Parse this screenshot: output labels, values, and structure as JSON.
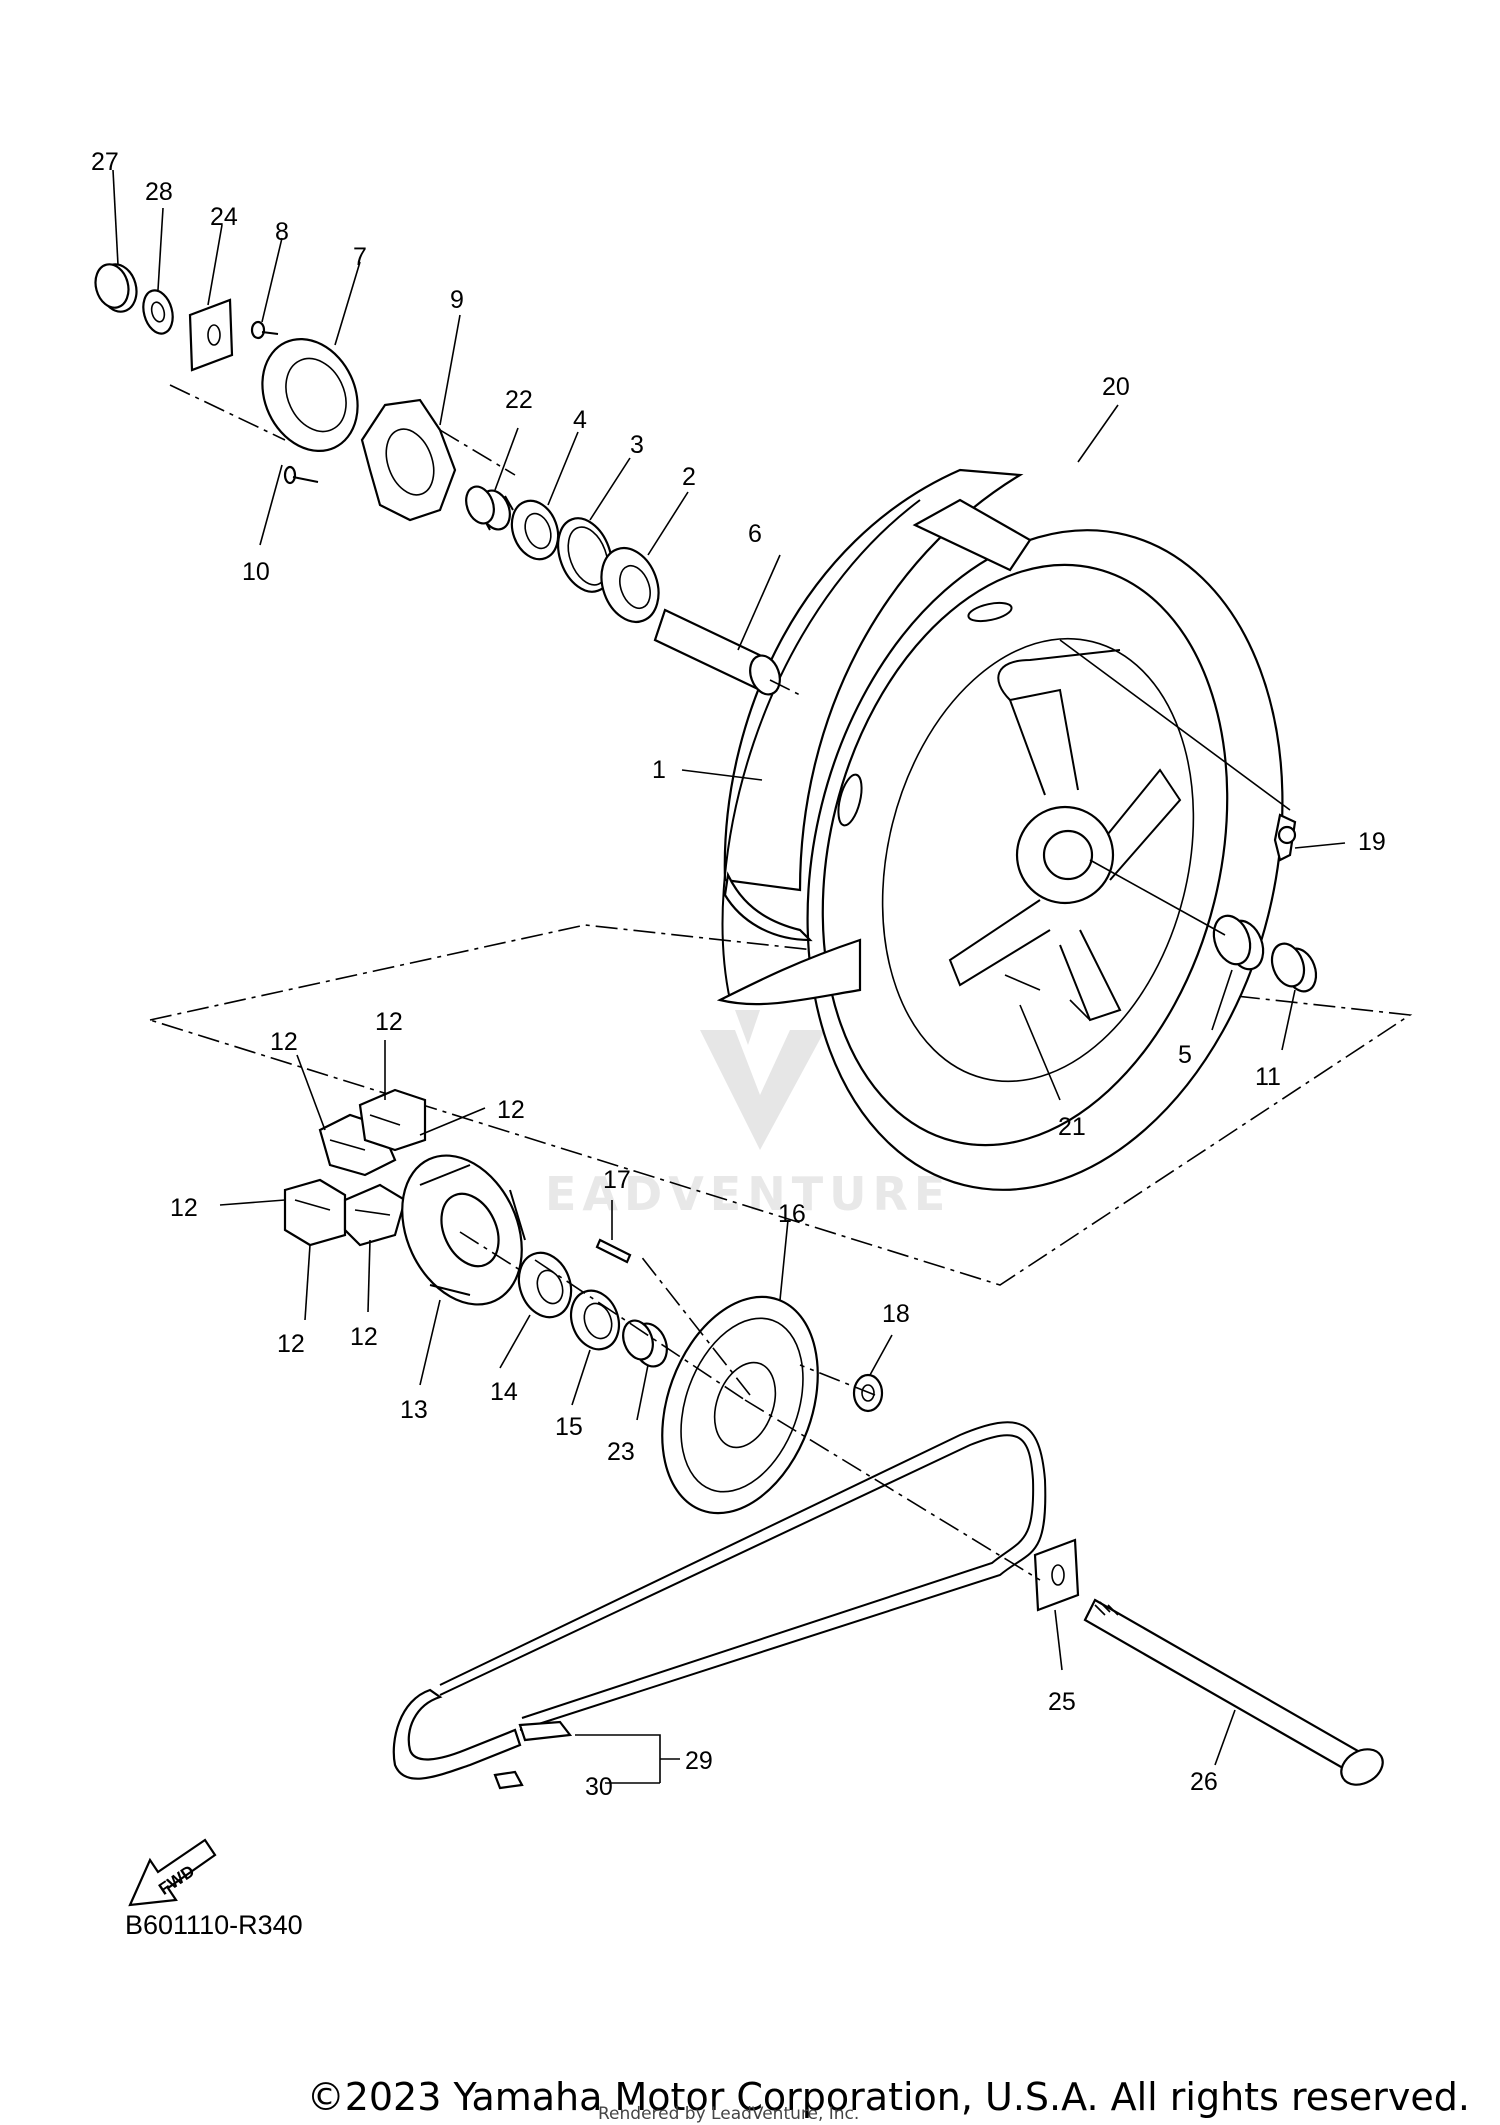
{
  "diagram": {
    "callouts": [
      {
        "id": "c1",
        "text": "1"
      },
      {
        "id": "c2",
        "text": "2"
      },
      {
        "id": "c3",
        "text": "3"
      },
      {
        "id": "c4",
        "text": "4"
      },
      {
        "id": "c5",
        "text": "5"
      },
      {
        "id": "c6",
        "text": "6"
      },
      {
        "id": "c7",
        "text": "7"
      },
      {
        "id": "c8",
        "text": "8"
      },
      {
        "id": "c9",
        "text": "9"
      },
      {
        "id": "c10",
        "text": "10"
      },
      {
        "id": "c11",
        "text": "11"
      },
      {
        "id": "c12a",
        "text": "12"
      },
      {
        "id": "c12b",
        "text": "12"
      },
      {
        "id": "c12c",
        "text": "12"
      },
      {
        "id": "c12d",
        "text": "12"
      },
      {
        "id": "c12e",
        "text": "12"
      },
      {
        "id": "c12f",
        "text": "12"
      },
      {
        "id": "c13",
        "text": "13"
      },
      {
        "id": "c14",
        "text": "14"
      },
      {
        "id": "c15",
        "text": "15"
      },
      {
        "id": "c16",
        "text": "16"
      },
      {
        "id": "c17",
        "text": "17"
      },
      {
        "id": "c18",
        "text": "18"
      },
      {
        "id": "c19",
        "text": "19"
      },
      {
        "id": "c20",
        "text": "20"
      },
      {
        "id": "c21",
        "text": "21"
      },
      {
        "id": "c22",
        "text": "22"
      },
      {
        "id": "c23",
        "text": "23"
      },
      {
        "id": "c24",
        "text": "24"
      },
      {
        "id": "c25",
        "text": "25"
      },
      {
        "id": "c26",
        "text": "26"
      },
      {
        "id": "c27",
        "text": "27"
      },
      {
        "id": "c28",
        "text": "28"
      },
      {
        "id": "c29",
        "text": "29"
      },
      {
        "id": "c30",
        "text": "30"
      }
    ],
    "fwd_label": "FWD",
    "watermark": "EADVENTURE",
    "reference": "B601110-R340"
  },
  "footer": {
    "copyright": "©2023 Yamaha Motor Corporation, U.S.A. All rights reserved.",
    "rendered_by": "Rendered by LeadVenture, Inc."
  }
}
